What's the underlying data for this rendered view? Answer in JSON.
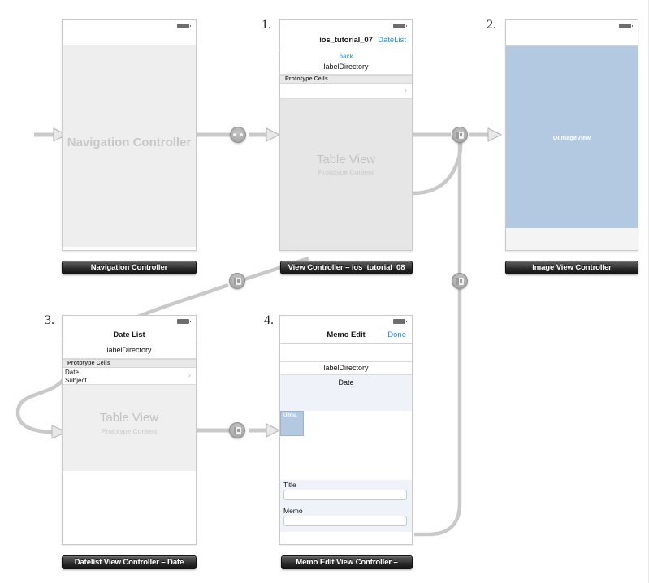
{
  "editor": {
    "title": "Storyboard Canvas",
    "background_color": "#ffffff",
    "connector_color": "#b5b5b5",
    "accent_blue": "#1a8cff",
    "imageview_fill": "#b3c9e2",
    "tableview_fill": "#e6e6e6"
  },
  "scenes": [
    {
      "id": "navigation-controller",
      "number": "",
      "plate_label": "Navigation Controller",
      "placeholder_title": "Navigation Controller",
      "battery_icon": "battery-icon"
    },
    {
      "id": "view-controller-ios-tutorial-08",
      "number": "1.",
      "plate_label": "View Controller – ios_tutorial_08",
      "navbar": {
        "title": "ios_tutorial_07",
        "right_button": "DateList"
      },
      "rows": {
        "back_link": "back",
        "label_directory": "labelDirectory",
        "prototype_header": "Prototype Cells",
        "cell_chevron": "chevron-right-icon"
      },
      "tableview": {
        "title": "Table View",
        "subtitle": "Prototype Content"
      }
    },
    {
      "id": "image-view-controller",
      "number": "2.",
      "plate_label": "Image View Controller",
      "imageview_label": "UIImageView",
      "battery_icon": "battery-icon"
    },
    {
      "id": "datelist-view-controller",
      "number": "3.",
      "plate_label": "Datelist View Controller – Date",
      "navbar": {
        "title": "Date List",
        "right_button": ""
      },
      "rows": {
        "label_directory": "labelDirectory",
        "prototype_header": "Prototype Cells",
        "cell_line_1": "Date",
        "cell_line_2": "Subject",
        "cell_chevron": "chevron-right-icon"
      },
      "tableview": {
        "title": "Table View",
        "subtitle": "Prototype Content"
      }
    },
    {
      "id": "memo-edit-view-controller",
      "number": "4.",
      "plate_label": "Memo Edit View Controller –",
      "navbar": {
        "title": "Memo Edit",
        "right_button": "Done"
      },
      "rows": {
        "label_directory": "labelDirectory",
        "date_label": "Date",
        "image_view_label": "UIIma",
        "title_field_label": "Title",
        "title_field_value": "",
        "memo_field_label": "Memo",
        "memo_field_value": ""
      }
    }
  ],
  "connectors": [
    {
      "id": "nav-to-vc08",
      "badge": "relationship-badge",
      "kind": "relationship"
    },
    {
      "id": "vc08-to-imageview",
      "badge": "push-segue-badge",
      "kind": "push"
    },
    {
      "id": "vc08-to-datelist",
      "badge": "push-segue-badge",
      "kind": "push"
    },
    {
      "id": "memoedit-to-imageview",
      "badge": "push-segue-badge",
      "kind": "push"
    },
    {
      "id": "datelist-to-memoedit",
      "badge": "push-segue-badge",
      "kind": "push"
    }
  ]
}
